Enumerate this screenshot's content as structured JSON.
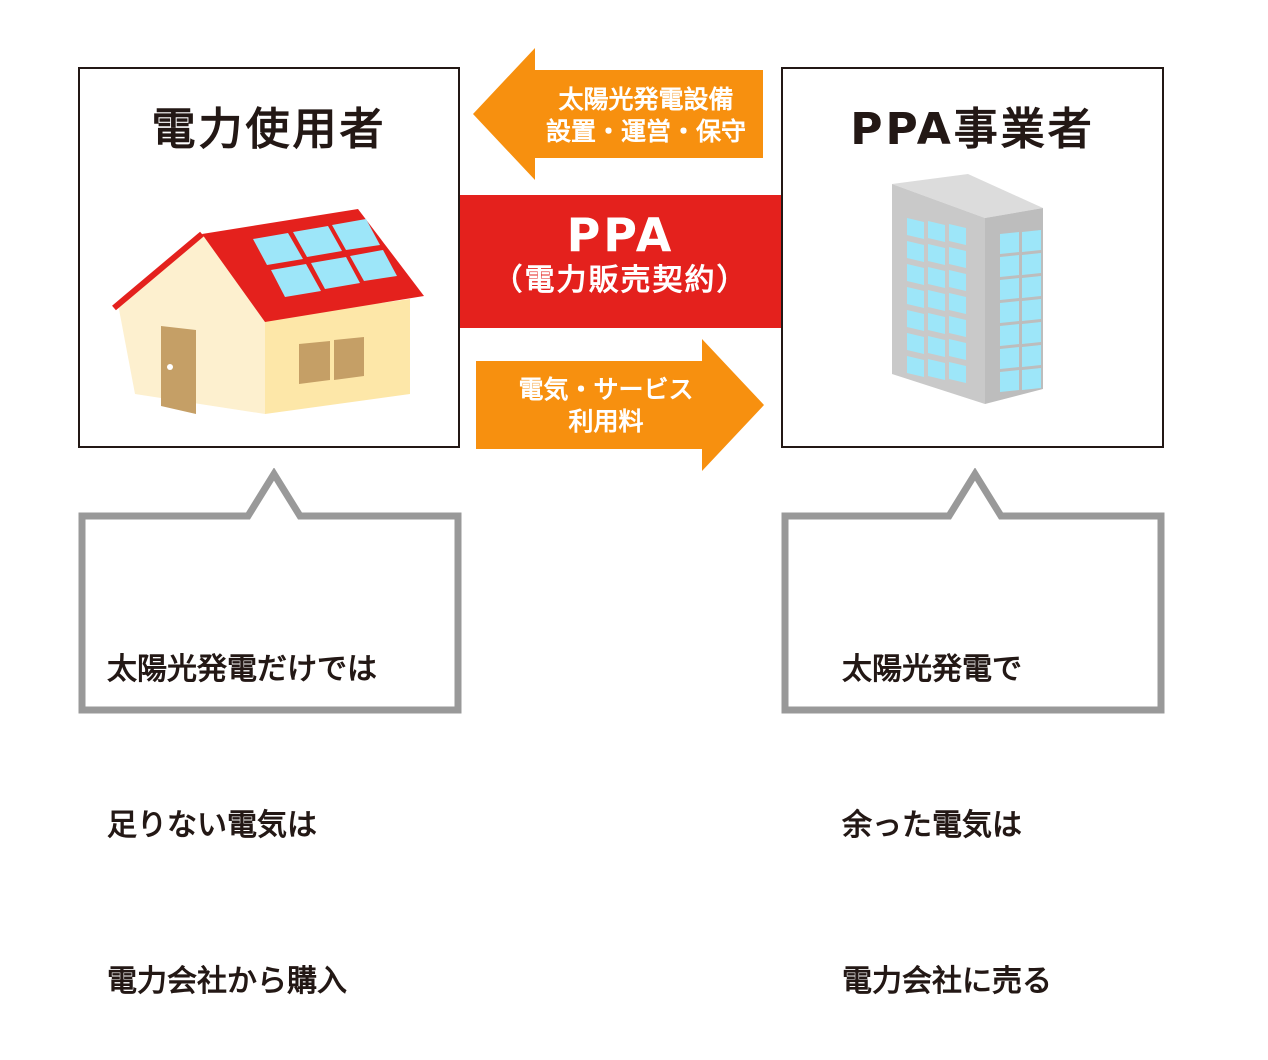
{
  "left_party": {
    "title": "電力使用者",
    "illustration": "house-with-solar-panels-icon"
  },
  "right_party": {
    "title": "PPA事業者",
    "illustration": "office-building-icon"
  },
  "center": {
    "contract_title": "PPA",
    "contract_subtitle": "（電力販売契約）"
  },
  "arrows": {
    "to_user": {
      "direction": "left",
      "line1": "太陽光発電設備",
      "line2": "設置・運営・保守"
    },
    "to_provider": {
      "direction": "right",
      "line1": "電気・サービス",
      "line2": "利用料"
    }
  },
  "notes": {
    "left": {
      "line1": "太陽光発電だけでは",
      "line2": "足りない電気は",
      "line3": "電力会社から購入"
    },
    "right": {
      "line1": "太陽光発電で",
      "line2": "余った電気は",
      "line3": "電力会社に売る"
    }
  },
  "colors": {
    "arrow_orange": "#f7900f",
    "contract_red": "#e4211d",
    "roof_red": "#e4211d",
    "solar_panel_blue": "#9de6f9",
    "wall_cream": "#fde9b0",
    "door_brown": "#c59f66",
    "building_gray": "#c9c9c9",
    "window_blue": "#9de6f9",
    "bubble_border": "#999999",
    "text_dark": "#231815"
  }
}
